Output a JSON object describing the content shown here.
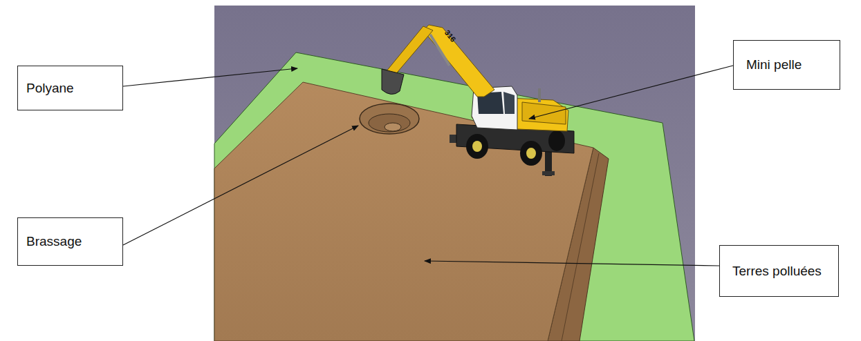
{
  "diagram": {
    "nodes": [
      {
        "text": [
          "Polyane"
        ]
      },
      {
        "text": [
          "Mini pelle"
        ]
      },
      {
        "text": [
          "Brassage"
        ]
      },
      {
        "text": [
          "Terres polluées"
        ]
      }
    ],
    "labels": [
      "316"
    ]
  }
}
